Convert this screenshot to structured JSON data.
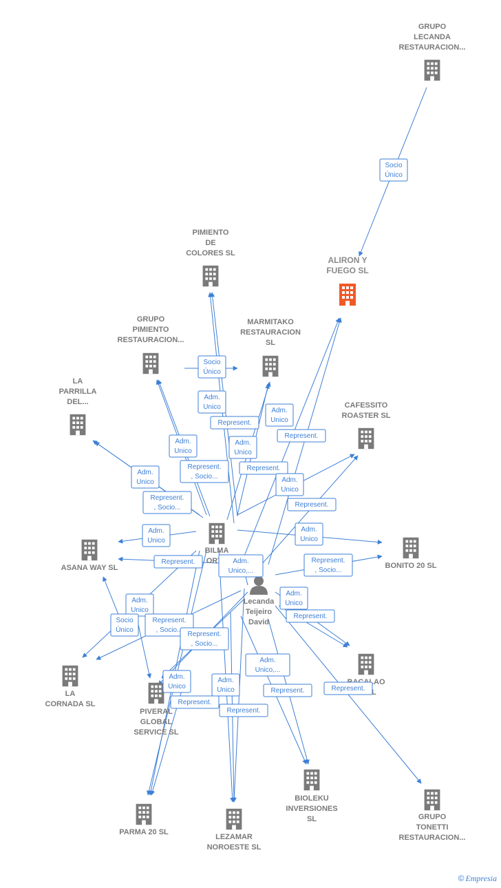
{
  "colors": {
    "edge": "#3d7fd6",
    "building": "#7a7a7a",
    "focus_building": "#f05a28",
    "person": "#7a7a7a"
  },
  "nodes": [
    {
      "id": "grupo_lecanda",
      "label": [
        "GRUPO",
        "LECANDA",
        "RESTAURACION..."
      ],
      "icon": "building-icon"
    },
    {
      "id": "aliron",
      "label": [
        "ALIRON Y",
        "FUEGO  SL"
      ],
      "icon": "building-icon",
      "focus": true
    },
    {
      "id": "pimiento_colores",
      "label": [
        "PIMIENTO",
        "DE",
        "COLORES SL"
      ],
      "icon": "building-icon"
    },
    {
      "id": "grupo_pimiento",
      "label": [
        "GRUPO",
        "PIMIENTO",
        "RESTAURACION..."
      ],
      "icon": "building-icon"
    },
    {
      "id": "marmitako",
      "label": [
        "MARMITAKO",
        "RESTAURACION",
        "SL"
      ],
      "icon": "building-icon"
    },
    {
      "id": "parrilla",
      "label": [
        "LA",
        "PARRILLA",
        "DEL..."
      ],
      "icon": "building-icon"
    },
    {
      "id": "cafessito",
      "label": [
        "CAFESSITO",
        "ROASTER  SL"
      ],
      "icon": "building-icon"
    },
    {
      "id": "bilma",
      "label": [
        "BILMA",
        "ORTE"
      ],
      "icon": "building-icon"
    },
    {
      "id": "asana",
      "label": [
        "ASANA WAY SL"
      ],
      "icon": "building-icon"
    },
    {
      "id": "bonito",
      "label": [
        "BONITO 20  SL"
      ],
      "icon": "building-icon"
    },
    {
      "id": "person",
      "label": [
        "Lecanda",
        "Teijeiro",
        "David"
      ],
      "icon": "person-icon"
    },
    {
      "id": "bacalao",
      "label": [
        "BACALAO",
        "20  SL"
      ],
      "icon": "building-icon"
    },
    {
      "id": "cornada",
      "label": [
        "LA",
        "CORNADA  SL"
      ],
      "icon": "building-icon"
    },
    {
      "id": "piveral",
      "label": [
        "PIVERAL",
        "GLOBAL",
        "SERVICE SL"
      ],
      "icon": "building-icon"
    },
    {
      "id": "parma",
      "label": [
        "PARMA 20 SL"
      ],
      "icon": "building-icon"
    },
    {
      "id": "lezamar",
      "label": [
        "LEZAMAR",
        "NOROESTE  SL"
      ],
      "icon": "building-icon"
    },
    {
      "id": "bioleku",
      "label": [
        "BIOLEKU",
        "INVERSIONES",
        "SL"
      ],
      "icon": "building-icon"
    },
    {
      "id": "grupo_tonetti",
      "label": [
        "GRUPO",
        "TONETTI",
        "RESTAURACION..."
      ],
      "icon": "building-icon"
    }
  ],
  "edge_labels": [
    {
      "id": "e_lecanda_aliron",
      "lines": [
        "Socio",
        "Único"
      ]
    },
    {
      "id": "e_bilma_marm",
      "lines": [
        "Socio",
        "Único"
      ]
    },
    {
      "id": "e_bilma_pim_adm",
      "lines": [
        "Adm.",
        "Unico"
      ]
    },
    {
      "id": "e_pers_pim_rep",
      "lines": [
        "Represent."
      ]
    },
    {
      "id": "e_pers_aliron_adm",
      "lines": [
        "Adm.",
        "Unico"
      ]
    },
    {
      "id": "e_pers_aliron_rep",
      "lines": [
        "Represent."
      ]
    },
    {
      "id": "e_bilma_gp_adm",
      "lines": [
        "Adm.",
        "Unico"
      ]
    },
    {
      "id": "e_pers_marm_adm",
      "lines": [
        "Adm.",
        "Unico"
      ]
    },
    {
      "id": "e_pers_gp_rep",
      "lines": [
        "Represent.",
        ", Socio..."
      ]
    },
    {
      "id": "e_pers_marm_rep",
      "lines": [
        "Represent."
      ]
    },
    {
      "id": "e_bilma_parr_adm",
      "lines": [
        "Adm.",
        "Unico"
      ]
    },
    {
      "id": "e_bilma_caf_adm",
      "lines": [
        "Adm.",
        "Unico"
      ]
    },
    {
      "id": "e_pers_parr_rep",
      "lines": [
        "Represent.",
        ", Socio..."
      ]
    },
    {
      "id": "e_pers_caf_rep",
      "lines": [
        "Represent."
      ]
    },
    {
      "id": "e_bilma_asana_adm",
      "lines": [
        "Adm.",
        "Unico"
      ]
    },
    {
      "id": "e_bilma_bonito_adm",
      "lines": [
        "Adm.",
        "Unico"
      ]
    },
    {
      "id": "e_pers_asana_rep",
      "lines": [
        "Represent."
      ]
    },
    {
      "id": "e_pers_bilma_adm",
      "lines": [
        "Adm.",
        "Unico,..."
      ]
    },
    {
      "id": "e_pers_bonito_rep",
      "lines": [
        "Represent.",
        ", Socio..."
      ]
    },
    {
      "id": "e_bilma_bac_adm",
      "lines": [
        "Adm.",
        "Unico"
      ]
    },
    {
      "id": "e_bilma_corn_adm",
      "lines": [
        "Adm.",
        "Unico"
      ]
    },
    {
      "id": "e_pers_bac_rep",
      "lines": [
        "Represent."
      ]
    },
    {
      "id": "e_corn_socio",
      "lines": [
        "Socio",
        "Único"
      ]
    },
    {
      "id": "e_pers_corn_rep",
      "lines": [
        "Represent.",
        ", Socio..."
      ]
    },
    {
      "id": "e_pers_piv_rep",
      "lines": [
        "Represent.",
        ", Socio..."
      ]
    },
    {
      "id": "e_bilma_piv_adm",
      "lines": [
        "Adm.",
        "Unico"
      ]
    },
    {
      "id": "e_bilma_lez_adm",
      "lines": [
        "Adm.",
        "Unico"
      ]
    },
    {
      "id": "e_pers_bio_adm",
      "lines": [
        "Adm.",
        "Unico,..."
      ]
    },
    {
      "id": "e_pers_parma_rep",
      "lines": [
        "Represent."
      ]
    },
    {
      "id": "e_pers_bio_rep",
      "lines": [
        "Represent."
      ]
    },
    {
      "id": "e_pers_lez_rep",
      "lines": [
        "Represent."
      ]
    },
    {
      "id": "e_pers_ton_rep",
      "lines": [
        "Represent."
      ]
    }
  ],
  "brand": {
    "copyright": "©",
    "name": "Empresia"
  }
}
